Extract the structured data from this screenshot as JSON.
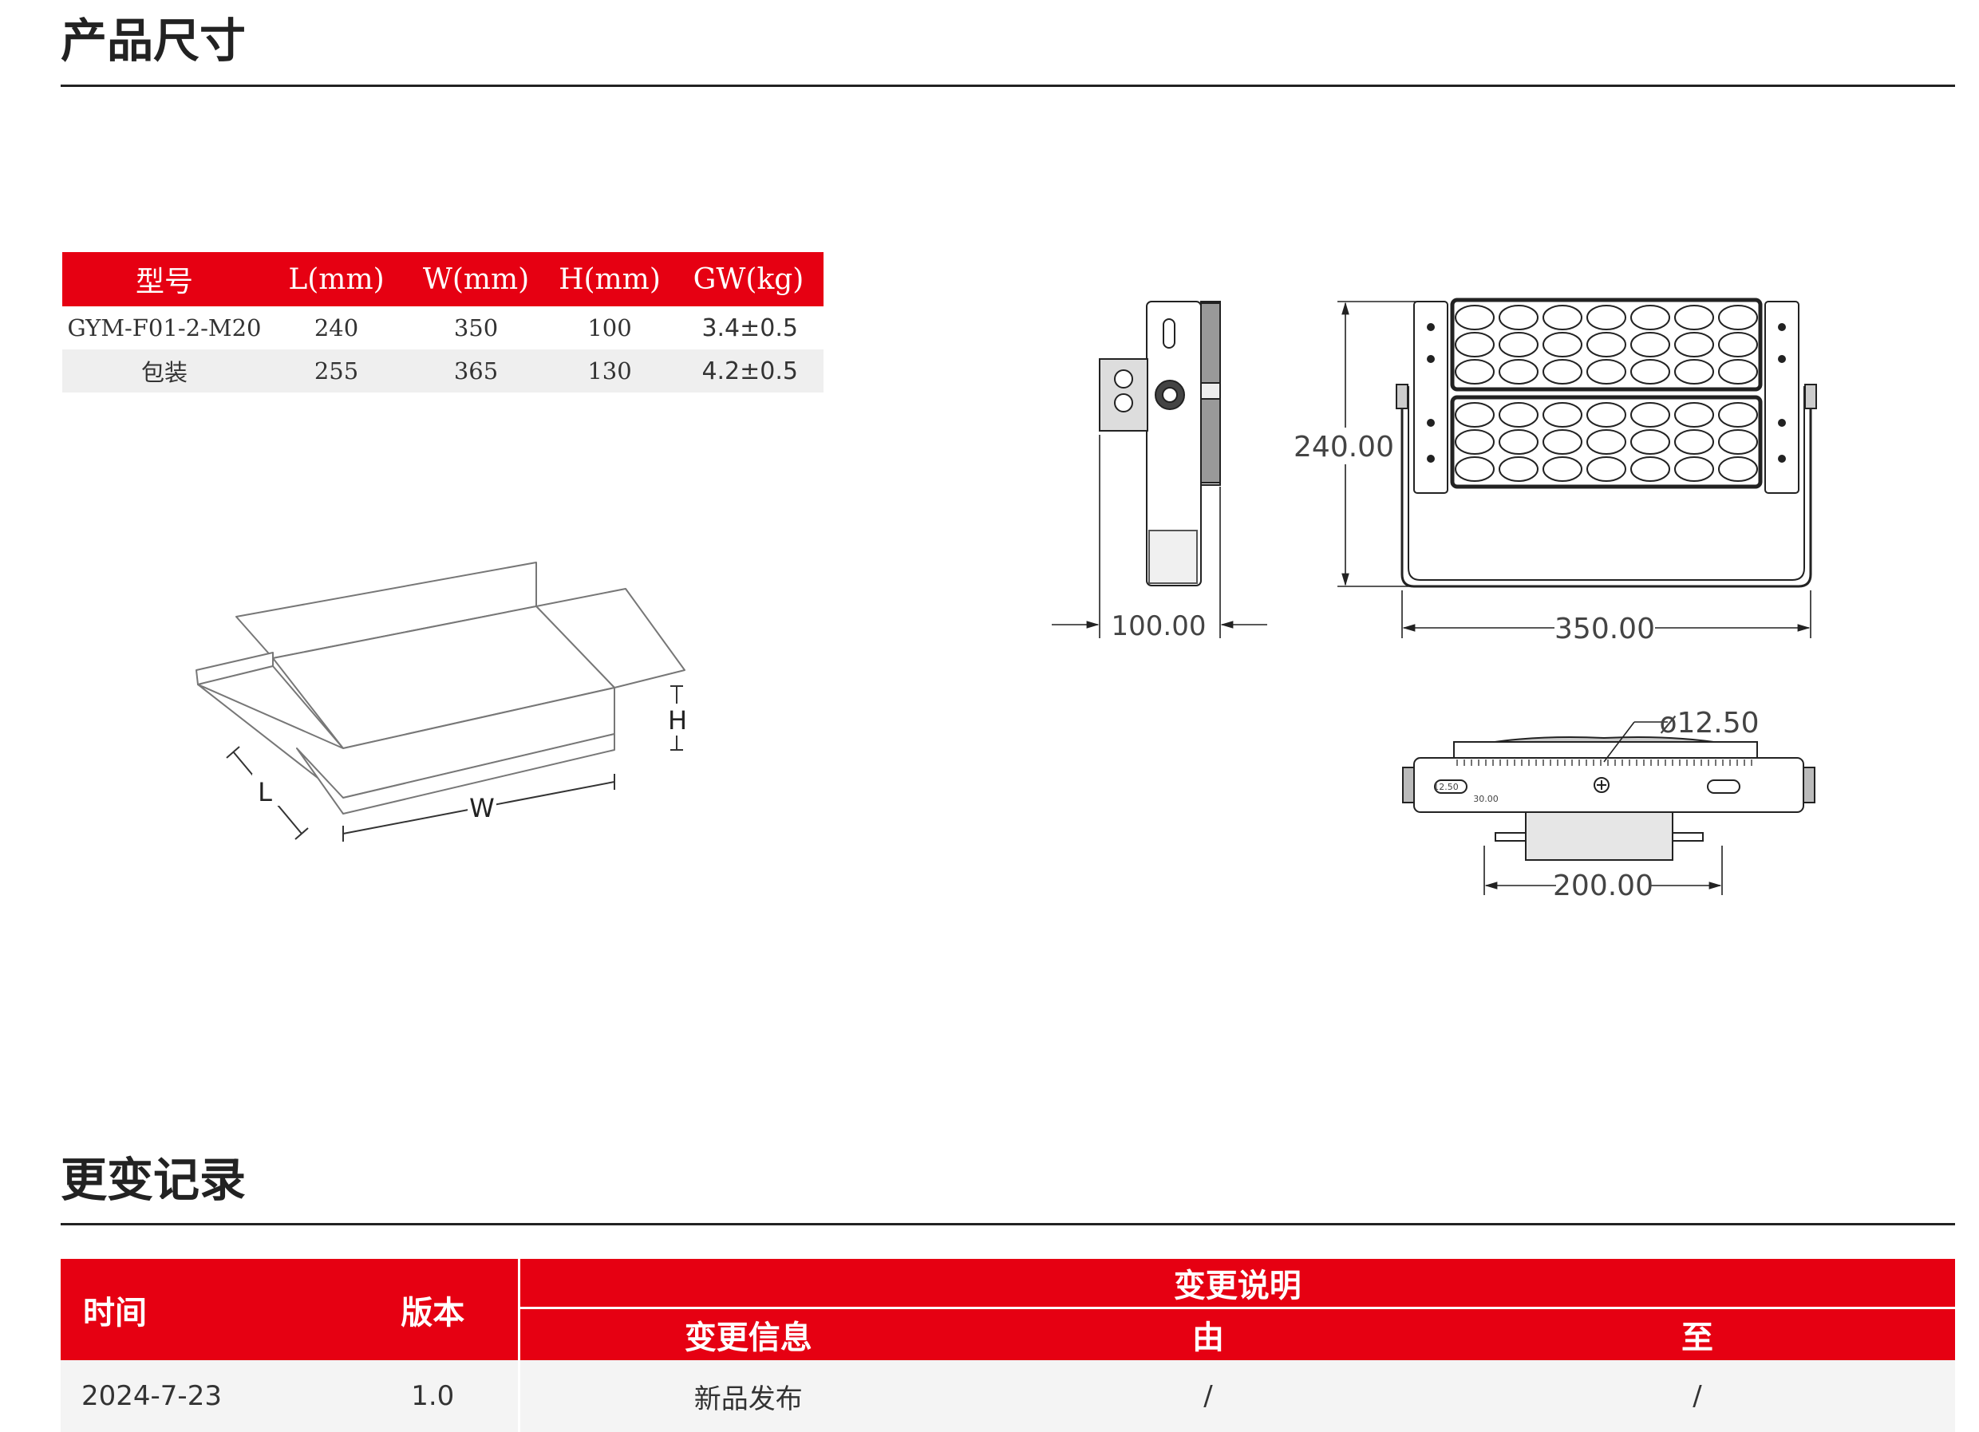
{
  "sections": {
    "dimensions_title": "产品尺寸",
    "changelog_title": "更变记录"
  },
  "dimension_table": {
    "headers": [
      "型号",
      "L(mm)",
      "W(mm)",
      "H(mm)",
      "GW(kg)"
    ],
    "rows": [
      [
        "GYM-F01-2-M20",
        "240",
        "350",
        "100",
        "3.4±0.5"
      ],
      [
        "包装",
        "255",
        "365",
        "130",
        "4.2±0.5"
      ]
    ]
  },
  "box_diagram": {
    "labels": {
      "length": "L",
      "width": "W",
      "height": "H"
    }
  },
  "product_drawing": {
    "dimensions": {
      "side_depth": "100.00",
      "front_height": "240.00",
      "front_width": "350.00",
      "hole_diameter": "ø12.50",
      "bottom_width": "200.00",
      "small_dim_a": "12.50",
      "small_dim_b": "30.00"
    }
  },
  "change_table": {
    "headers": {
      "time": "时间",
      "version": "版本",
      "change_desc": "变更说明",
      "change_info": "变更信息",
      "from": "由",
      "to": "至"
    },
    "rows": [
      {
        "time": "2024-7-23",
        "version": "1.0",
        "info": "新品发布",
        "from": "/",
        "to": "/"
      }
    ]
  },
  "colors": {
    "accent": "#e60012",
    "text": "#222222",
    "row_alt": "#efefef"
  }
}
